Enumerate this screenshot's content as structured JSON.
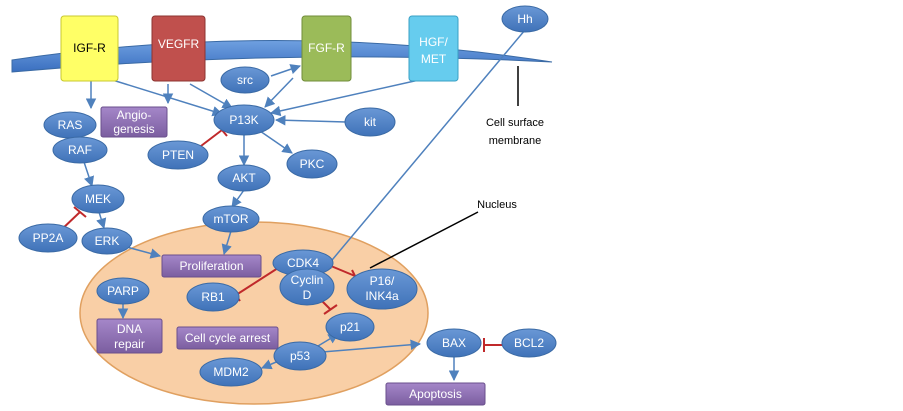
{
  "receptors": {
    "igfr": "IGF-R",
    "vegfr": "VEGFR",
    "fgfr": "FGF-R",
    "hgf_line1": "HGF/",
    "hgf_line2": "MET"
  },
  "cytoplasm": {
    "hh": "Hh",
    "src": "src",
    "ras": "RAS",
    "raf": "RAF",
    "angio_line1": "Angio-",
    "angio_line2": "genesis",
    "p13k": "P13K",
    "kit": "kit",
    "pten": "PTEN",
    "pkc": "PKC",
    "akt": "AKT",
    "mek": "MEK",
    "pp2a": "PP2A",
    "mtor": "mTOR",
    "erk": "ERK"
  },
  "labels": {
    "membrane_line1": "Cell surface",
    "membrane_line2": "membrane",
    "nucleus": "Nucleus"
  },
  "nucleus": {
    "proliferation": "Proliferation",
    "cdk4": "CDK4",
    "cyclin_line1": "Cyclin",
    "cyclin_line2": "D",
    "p16_line1": "P16/",
    "p16_line2": "INK4a",
    "parp": "PARP",
    "rb1": "RB1",
    "dna_line1": "DNA",
    "dna_line2": "repair",
    "cell_cycle_arrest": "Cell cycle arrest",
    "p21": "p21",
    "p53": "p53",
    "bax": "BAX",
    "mdm2": "MDM2",
    "bcl2": "BCL2",
    "apoptosis": "Apoptosis"
  },
  "colors": {
    "node_fill": "#4f81bd",
    "node_stroke": "#3a6aa5",
    "box_fill": "#8064a2",
    "nucleus_fill": "#f9cfa6",
    "inhibit": "#c0292b",
    "igfr": "#ffff66",
    "vegfr": "#c0504d",
    "fgfr": "#9bbb59",
    "hgf": "#66ccee"
  }
}
